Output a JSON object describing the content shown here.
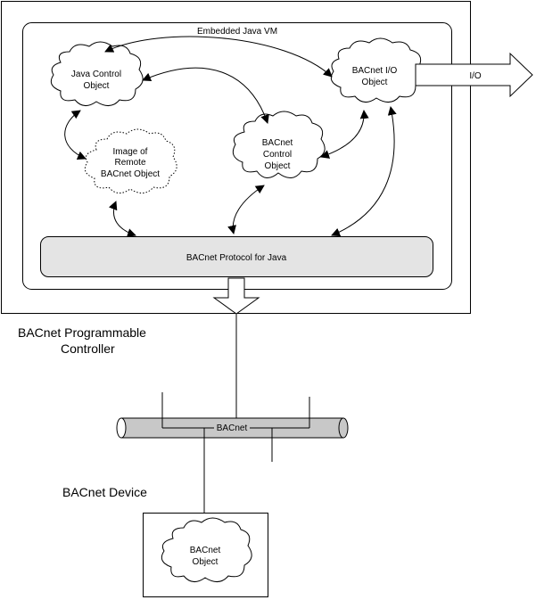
{
  "labels": {
    "vm": "Embedded Java VM",
    "java_control": [
      "Java Control",
      "Object"
    ],
    "bacnet_io": [
      "BACnet I/O",
      "Object"
    ],
    "io": "I/O",
    "image_remote": [
      "Image of",
      "Remote",
      "BACnet Object"
    ],
    "bacnet_control": [
      "BACnet",
      "Control",
      "Object"
    ],
    "protocol": "BACnet Protocol for Java",
    "controller": [
      "BACnet Programmable",
      "Controller"
    ],
    "bus": "BACnet",
    "device": "BACnet Device",
    "device_object": [
      "BACnet",
      "Object"
    ]
  },
  "colors": {
    "panel_fill": "#e4e4e4",
    "bus_fill": "#c8c8c8",
    "stroke": "#000000"
  }
}
